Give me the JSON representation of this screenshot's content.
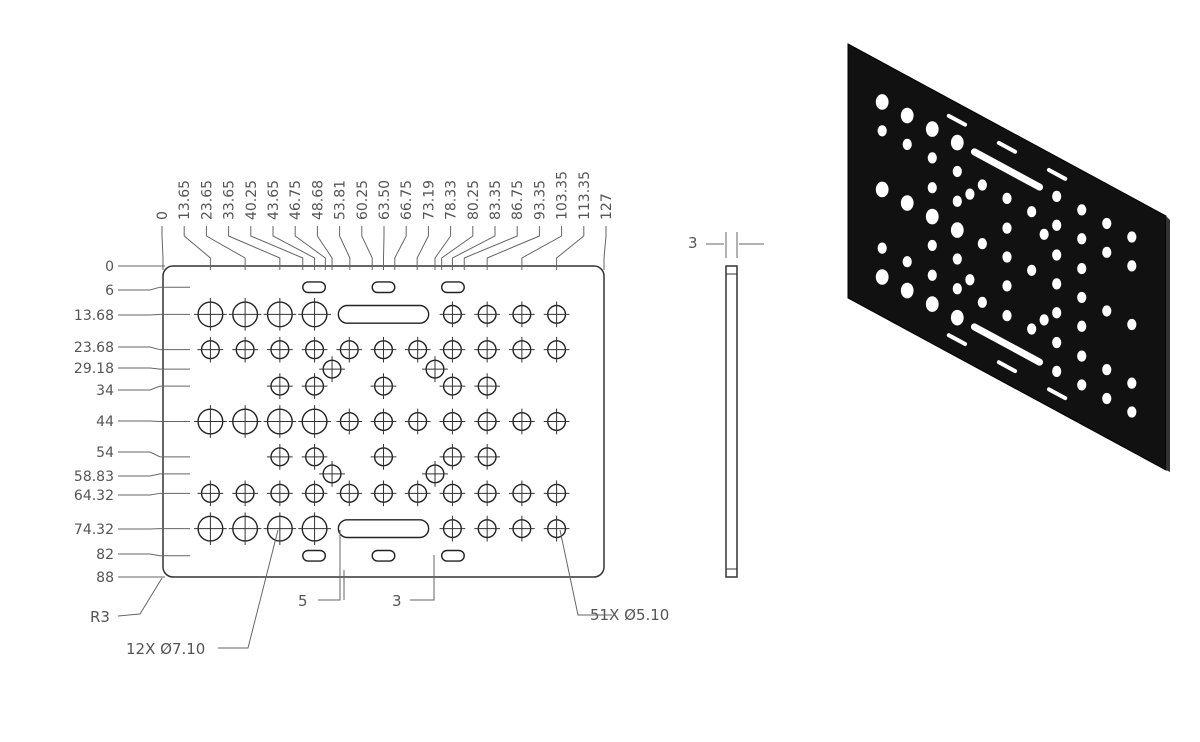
{
  "drawing": {
    "x_dims": [
      "0",
      "13.65",
      "23.65",
      "33.65",
      "40.25",
      "43.65",
      "46.75",
      "48.68",
      "53.81",
      "60.25",
      "63.50",
      "66.75",
      "73.19",
      "78.33",
      "80.25",
      "83.35",
      "86.75",
      "93.35",
      "103.35",
      "113.35",
      "127"
    ],
    "x_dim_values": [
      0,
      13.65,
      23.65,
      33.65,
      40.25,
      43.65,
      46.75,
      48.68,
      53.81,
      60.25,
      63.5,
      66.75,
      73.19,
      78.33,
      80.25,
      83.35,
      86.75,
      93.35,
      103.35,
      113.35,
      127
    ],
    "y_dims": [
      "0",
      "6",
      "13.68",
      "23.68",
      "29.18",
      "34",
      "44",
      "54",
      "58.83",
      "64.32",
      "74.32",
      "82",
      "88"
    ],
    "y_dim_values": [
      0,
      6,
      13.68,
      23.68,
      29.18,
      34,
      44,
      54,
      58.83,
      64.32,
      74.32,
      82,
      88
    ],
    "plate_width_mm": 127,
    "plate_height_mm": 88,
    "corner_radius_label": "R3",
    "large_hole_callout": "12X Ø7.10",
    "small_hole_callout": "51X Ø5.10",
    "slot_width_label": "5",
    "slot_offset_label": "3",
    "thickness_label": "3"
  }
}
